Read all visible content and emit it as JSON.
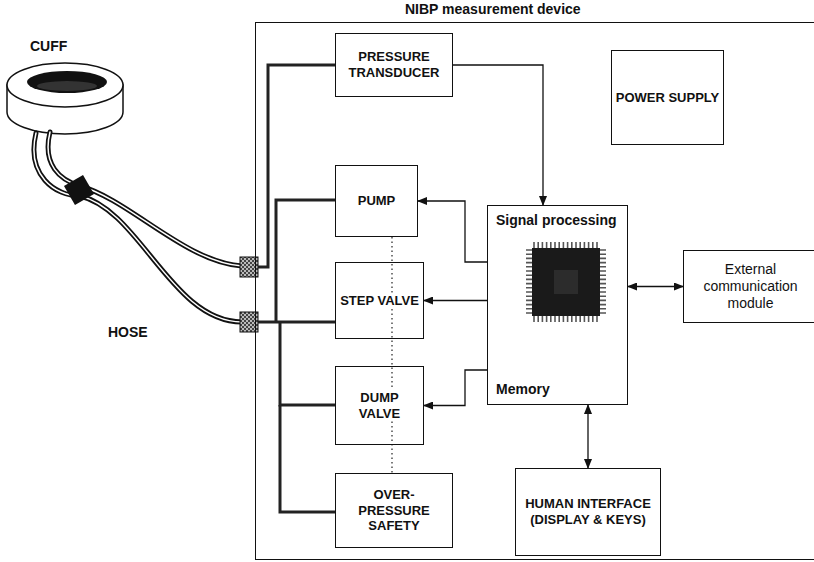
{
  "diagram": {
    "nodes": [
      {
        "text": [
          "NIBP measurement device"
        ]
      },
      {
        "text": [
          "PRESSURE TRANSDUCER"
        ],
        "in": 0
      },
      {
        "text": [
          "POWER SUPPLY"
        ],
        "in": 0
      },
      {
        "text": [
          "PUMP"
        ],
        "in": 0
      },
      {
        "text": [
          "Signal processing",
          "Memory"
        ],
        "in": 0
      },
      {
        "text": [
          "External communication module"
        ],
        "in": 0
      },
      {
        "text": [
          "STEP VALVE"
        ],
        "in": 0
      },
      {
        "text": [
          "DUMP VALVE"
        ],
        "in": 0
      },
      {
        "text": [
          "HUMAN INTERFACE (DISPLAY & KEYS)"
        ],
        "in": 0
      },
      {
        "text": [
          "OVER-PRESSURE SAFETY"
        ],
        "in": 0
      }
    ],
    "edges": [
      {
        "from": 1,
        "to": 4,
        "arrow": "to"
      },
      {
        "from": 4,
        "to": 3,
        "arrow": "to"
      },
      {
        "from": 4,
        "to": 6,
        "arrow": "to"
      },
      {
        "from": 4,
        "to": 7,
        "arrow": "to"
      },
      {
        "from": 4,
        "to": 5,
        "arrow": "both"
      },
      {
        "from": 4,
        "to": 8,
        "arrow": "both"
      }
    ],
    "labels": [
      "CUFF",
      "HOSE"
    ]
  }
}
